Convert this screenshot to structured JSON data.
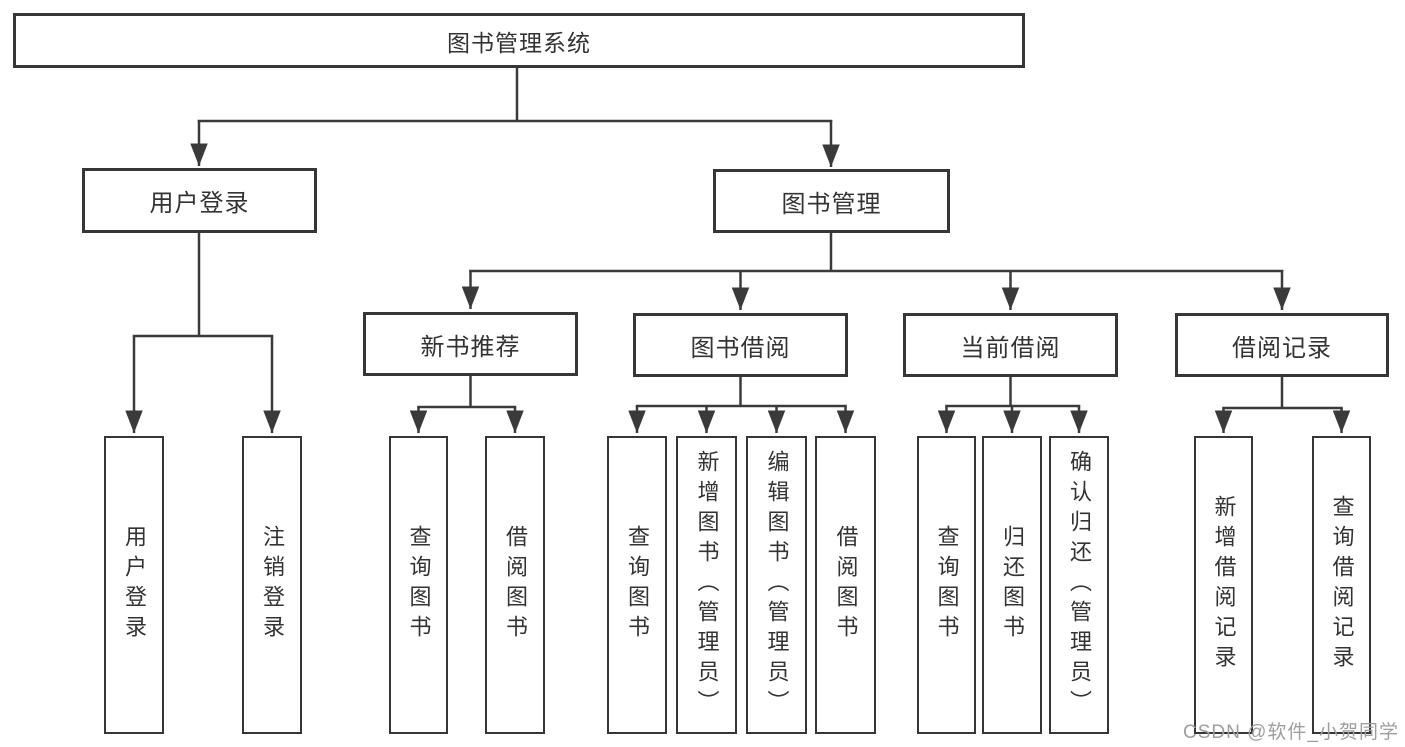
{
  "colors": {
    "background": "#ffffff",
    "line": "#3a3a3a",
    "box_border": "#363636",
    "text": "#333333",
    "watermark": "#9e9e9e"
  },
  "diagram": {
    "root": {
      "label": "图书管理系统"
    },
    "branches": [
      {
        "label": "用户登录",
        "children": [
          {
            "label": "用户登录"
          },
          {
            "label": "注销登录"
          }
        ]
      },
      {
        "label": "图书管理",
        "children": [
          {
            "label": "新书推荐",
            "children": [
              {
                "label": "查询图书"
              },
              {
                "label": "借阅图书"
              }
            ]
          },
          {
            "label": "图书借阅",
            "children": [
              {
                "label": "查询图书"
              },
              {
                "label": "新增图书（管理员）"
              },
              {
                "label": "编辑图书（管理员）"
              },
              {
                "label": "借阅图书"
              }
            ]
          },
          {
            "label": "当前借阅",
            "children": [
              {
                "label": "查询图书"
              },
              {
                "label": "归还图书"
              },
              {
                "label": "确认归还（管理员）"
              }
            ]
          },
          {
            "label": "借阅记录",
            "children": [
              {
                "label": "新增借阅记录"
              },
              {
                "label": "查询借阅记录"
              }
            ]
          }
        ]
      }
    ]
  },
  "watermark": {
    "text": "CSDN @软件_小贺同学"
  }
}
